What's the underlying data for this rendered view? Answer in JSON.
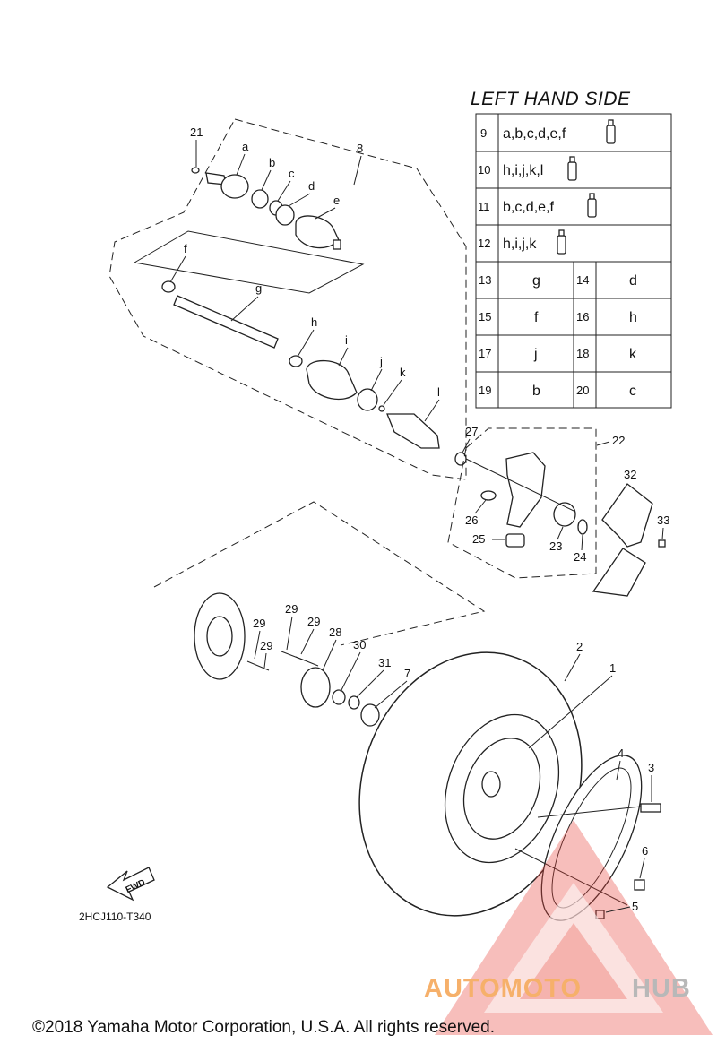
{
  "table": {
    "title": "LEFT HAND SIDE",
    "rows": [
      {
        "num": "9",
        "text": "a,b,c,d,e,f"
      },
      {
        "num": "10",
        "text": "h,i,j,k,l"
      },
      {
        "num": "11",
        "text": "b,c,d,e,f"
      },
      {
        "num": "12",
        "text": "h,i,j,k"
      }
    ],
    "pairs": [
      [
        {
          "num": "13",
          "letter": "g"
        },
        {
          "num": "14",
          "letter": "d"
        }
      ],
      [
        {
          "num": "15",
          "letter": "f"
        },
        {
          "num": "16",
          "letter": "h"
        }
      ],
      [
        {
          "num": "17",
          "letter": "j"
        },
        {
          "num": "18",
          "letter": "k"
        }
      ],
      [
        {
          "num": "19",
          "letter": "b"
        },
        {
          "num": "20",
          "letter": "c"
        }
      ]
    ]
  },
  "callouts": {
    "n21": "21",
    "a": "a",
    "b": "b",
    "c": "c",
    "d": "d",
    "e": "e",
    "n8": "8",
    "f": "f",
    "g": "g",
    "h": "h",
    "i": "i",
    "j": "j",
    "k": "k",
    "l": "l",
    "n27": "27",
    "n22": "22",
    "n32": "32",
    "n33": "33",
    "n26": "26",
    "n25": "25",
    "n23": "23",
    "n24": "24",
    "n29a": "29",
    "n29b": "29",
    "n29c": "29",
    "n29d": "29",
    "n28": "28",
    "n30": "30",
    "n31": "31",
    "n7": "7",
    "n2": "2",
    "n1": "1",
    "n4": "4",
    "n3": "3",
    "n6": "6",
    "n5": "5"
  },
  "fwd_label": "FWD",
  "diagram_code": "2HCJ110-T340",
  "watermark": {
    "part1": "AUTOMOTO",
    "part2": "HUB"
  },
  "copyright": "©2018 Yamaha Motor Corporation, U.S.A. All rights reserved.",
  "colors": {
    "watermark_red": "#e8453c",
    "watermark_orange": "#f6b06a",
    "watermark_gray": "#b8b8b8"
  }
}
